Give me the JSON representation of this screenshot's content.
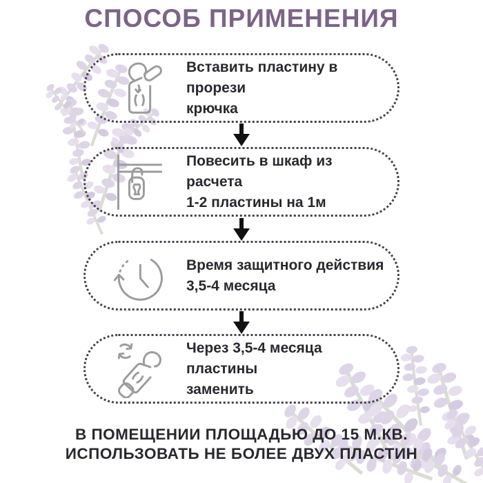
{
  "title": "СПОСОБ ПРИМЕНЕНИЯ",
  "steps": [
    {
      "icon": "hanger-hook-insert-icon",
      "line1": "Вставить пластину в прорези",
      "line2": "крючка"
    },
    {
      "icon": "wardrobe-rail-hanger-icon",
      "line1": "Повесить в шкаф из расчета",
      "line2": "1-2 пластины на 1м"
    },
    {
      "icon": "clock-duration-icon",
      "line1": "Время защитного действия",
      "line2": "3,5-4 месяца"
    },
    {
      "icon": "replace-plate-icon",
      "line1": "Через 3,5-4 месяца пластины",
      "line2": "заменить"
    }
  ],
  "footer": {
    "line1": "В ПОМЕЩЕНИИ ПЛОЩАДЬЮ ДО 15 М.КВ.",
    "line2": "ИСПОЛЬЗОВАТЬ НЕ БОЛЕЕ ДВУХ ПЛАСТИН"
  },
  "colors": {
    "title": "#7c6387",
    "box_border": "#45414b",
    "text": "#29282e",
    "icon_stroke": "#9b9b9b",
    "arrow": "#111111",
    "lavender_purple": "#b29bc8",
    "lavender_purple_light": "#c7b5d8",
    "lavender_green": "#a9b098"
  }
}
